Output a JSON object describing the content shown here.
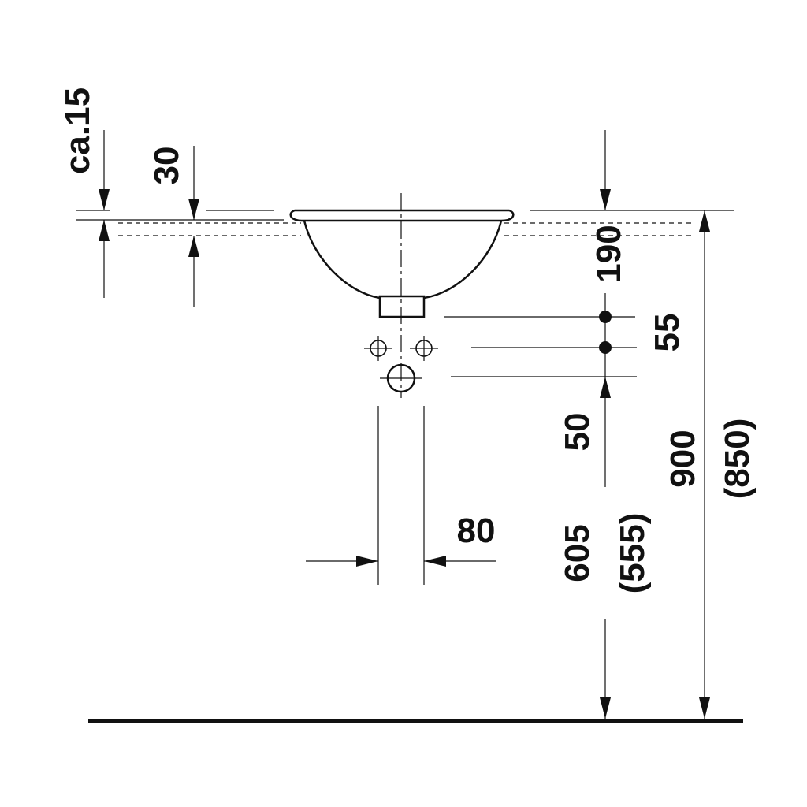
{
  "labels": {
    "overflow_depth": "ca.15",
    "rim_height": "30",
    "bowl_depth": "190",
    "waste_spacing": "55",
    "supply_offset": "50",
    "waste_height": "605",
    "waste_height_alt": "(555)",
    "rim_to_floor": "900",
    "rim_to_floor_alt": "(850)",
    "supply_spacing": "80"
  },
  "colors": {
    "line": "#111111",
    "background": "#ffffff"
  }
}
